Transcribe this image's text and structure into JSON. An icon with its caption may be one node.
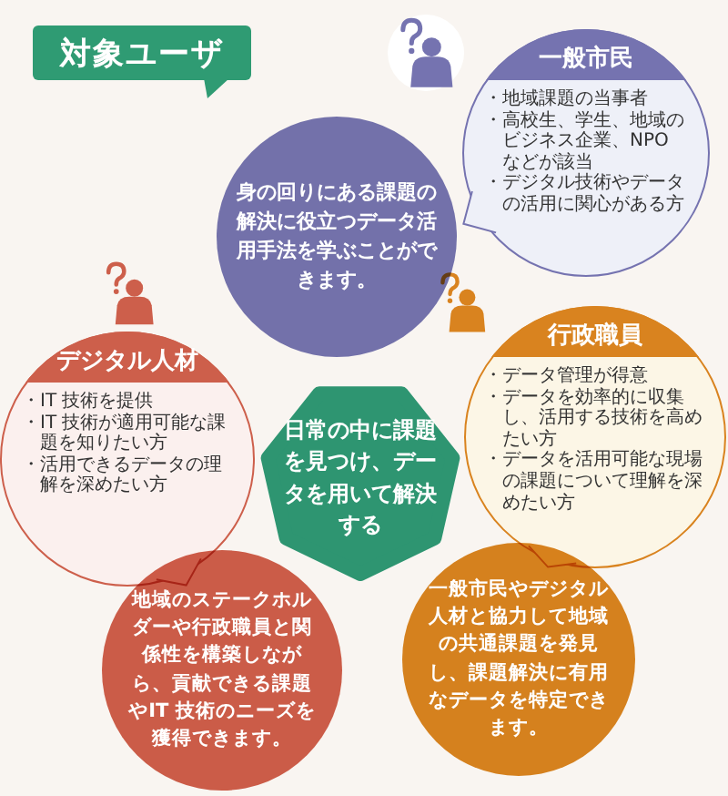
{
  "diagram": {
    "nodes": [
      {
        "text": [
          "対象ユーザ"
        ]
      },
      {
        "text": [
          "身の回りにある課題の解決に役立つデータ活用手法を学ぶことができます。"
        ]
      },
      {
        "text": [
          "一般市民",
          "・地域課題の当事者",
          "・高校生、学生、地域のビジネス企業、NPO などが該当",
          "・デジタル技術やデータの活用に関心がある方"
        ]
      },
      {
        "text": [
          "デジタル人材",
          "・IT 技術を提供",
          "・IT 技術が適用可能な課題を知りたい方",
          "・活用できるデータの理解を深めたい方"
        ]
      },
      {
        "text": [
          "日常の中に課題を見つけ、データを用いて解決する"
        ]
      },
      {
        "text": [
          "行政職員",
          "・データ管理が得意",
          "・データを効率的に収集し、活用する技術を高めたい方",
          "・データを活用可能な現場の課題について理解を深めたい方"
        ]
      },
      {
        "text": [
          "地域のステークホルダーや行政職員と関係性を構築しながら、貢献できる課題やIT 技術のニーズを獲得できます。"
        ]
      },
      {
        "text": [
          "一般市民やデジタル人材と協力して地域の共通課題を発見し、課題解決に有用なデータを特定できます。"
        ]
      }
    ]
  }
}
